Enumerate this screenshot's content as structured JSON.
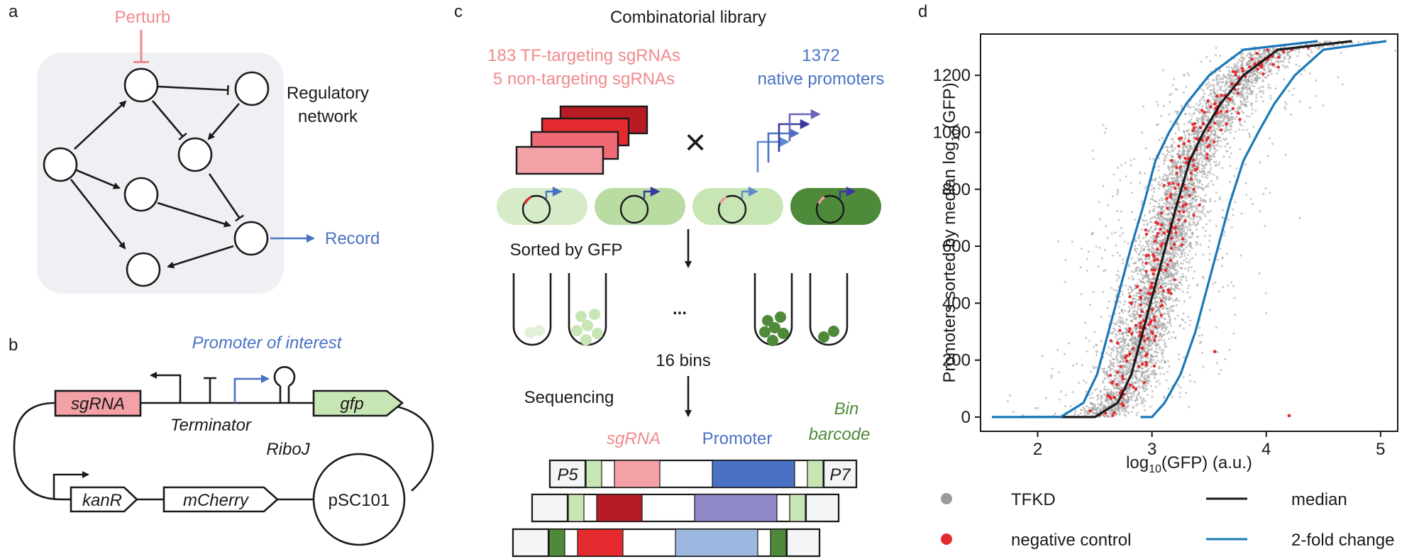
{
  "colors": {
    "pink": "#f08a8e",
    "blue": "#4a72c4",
    "green_text": "#4e8a3a",
    "dark_red": "#b71c24",
    "red": "#e52a2f",
    "rose": "#f3a0a6",
    "purple": "#8f88c6",
    "light_blue": "#9db8e0",
    "bright_green": "#4e8a3a",
    "pale_green": "#c8e6b4",
    "plot_blue": "#1a78b8",
    "panel_bg": "#eef0f3"
  },
  "panel_a": {
    "letter": "a",
    "perturb": "Perturb",
    "record": "Record",
    "network_label_1": "Regulatory",
    "network_label_2": "network"
  },
  "panel_b": {
    "letter": "b",
    "promoter_of_interest": "Promoter of interest",
    "sgrna": "sgRNA",
    "gfp": "gfp",
    "terminator": "Terminator",
    "riboj": "RiboJ",
    "kanr": "kanR",
    "mcherry": "mCherry",
    "origin": "pSC101"
  },
  "panel_c": {
    "letter": "c",
    "title": "Combinatorial library",
    "sgrna_line1": "183 TF-targeting sgRNAs",
    "sgrna_line2": "5 non-targeting sgRNAs",
    "promoter_count": "1372",
    "promoter_line": "native promoters",
    "cross": "×",
    "sorted_by": "Sorted by GFP",
    "ellipsis": "...",
    "bins": "16 bins",
    "sequencing": "Sequencing",
    "label_sgrna": "sgRNA",
    "label_promoter": "Promoter",
    "label_bin": "Bin",
    "label_barcode": "barcode",
    "p5": "P5",
    "p7": "P7"
  },
  "panel_d": {
    "letter": "d",
    "legend": {
      "tfkd": "TFKD",
      "negative_control": "negative control",
      "median": "median",
      "two_fold": "2-fold change"
    }
  },
  "chart_data": {
    "type": "scatter",
    "xlabel_prefix": "log",
    "xlabel_sub": "10",
    "xlabel_suffix": "(GFP) (a.u.)",
    "ylabel_prefix": "Promoters sorted by median log",
    "ylabel_sub": "10",
    "ylabel_suffix": "(GFP)",
    "xlim": [
      1.5,
      5.15
    ],
    "ylim": [
      -50,
      1345
    ],
    "xticks": [
      "2",
      "3",
      "4",
      "5"
    ],
    "yticks": [
      "0",
      "200",
      "400",
      "600",
      "800",
      "1000",
      "1200"
    ],
    "grid": false,
    "legend_position": "below",
    "series": [
      {
        "name": "median",
        "x": [
          1.85,
          2.5,
          2.7,
          2.82,
          2.92,
          3.02,
          3.12,
          3.22,
          3.33,
          3.45,
          3.6,
          3.8,
          4.1,
          4.75
        ],
        "y": [
          0,
          0,
          50,
          150,
          300,
          450,
          600,
          750,
          900,
          1000,
          1100,
          1200,
          1290,
          1320
        ]
      },
      {
        "name": "2-fold change",
        "x": [
          1.6,
          2.2,
          2.4,
          2.52,
          2.62,
          2.72,
          2.82,
          2.93,
          3.03,
          3.15,
          3.3,
          3.5,
          3.8,
          4.45
        ],
        "y": [
          0,
          0,
          50,
          150,
          300,
          450,
          600,
          750,
          900,
          1000,
          1100,
          1200,
          1290,
          1320
        ]
      },
      {
        "name": "2-fold change",
        "x": [
          2.9,
          3.0,
          3.11,
          3.25,
          3.38,
          3.48,
          3.58,
          3.68,
          3.8,
          3.93,
          4.07,
          4.25,
          4.5,
          5.05
        ],
        "y": [
          0,
          0,
          50,
          150,
          300,
          450,
          600,
          750,
          900,
          1000,
          1100,
          1200,
          1290,
          1320
        ]
      }
    ],
    "negative_control_sample": [
      {
        "x": 2.75,
        "y": 40
      },
      {
        "x": 2.65,
        "y": 120
      },
      {
        "x": 2.85,
        "y": 200
      },
      {
        "x": 2.7,
        "y": 260
      },
      {
        "x": 2.9,
        "y": 330
      },
      {
        "x": 2.82,
        "y": 400
      },
      {
        "x": 3.0,
        "y": 470
      },
      {
        "x": 2.95,
        "y": 540
      },
      {
        "x": 3.12,
        "y": 610
      },
      {
        "x": 3.05,
        "y": 680
      },
      {
        "x": 3.22,
        "y": 750
      },
      {
        "x": 3.15,
        "y": 820
      },
      {
        "x": 3.32,
        "y": 890
      },
      {
        "x": 3.28,
        "y": 960
      },
      {
        "x": 3.45,
        "y": 1030
      },
      {
        "x": 3.55,
        "y": 1100
      },
      {
        "x": 3.7,
        "y": 1170
      },
      {
        "x": 3.9,
        "y": 1240
      },
      {
        "x": 4.2,
        "y": 5
      },
      {
        "x": 3.55,
        "y": 230
      }
    ]
  }
}
